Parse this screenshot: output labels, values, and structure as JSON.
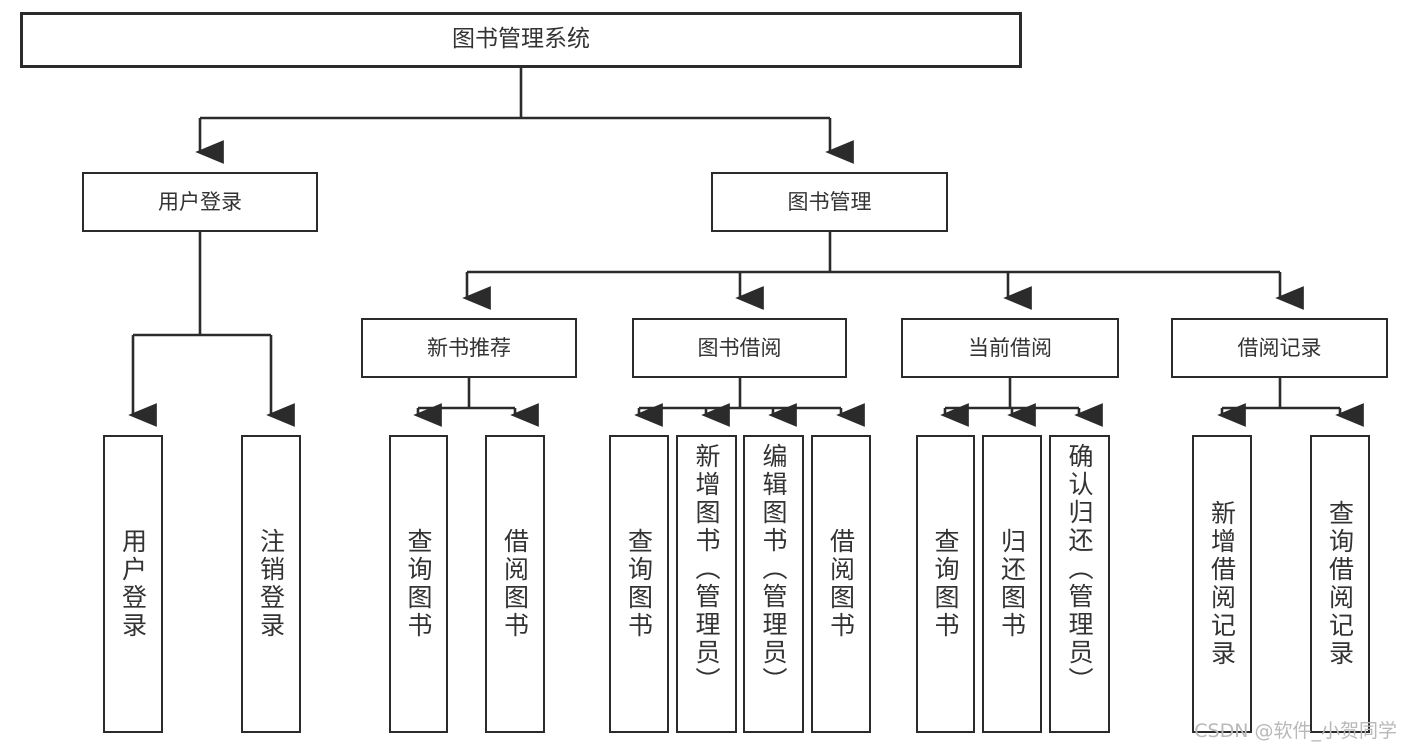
{
  "diagram": {
    "type": "tree",
    "title": "图书管理系统",
    "colors": {
      "background": "#ffffff",
      "box_border": "#2b2b2b",
      "edge": "#2b2b2b",
      "text": "#333333",
      "watermark": "#b9b9b9"
    },
    "watermark": "CSDN @软件_小贺同学"
  },
  "nodes": {
    "root": {
      "label": "图书管理系统"
    },
    "level2": [
      {
        "id": "user-login",
        "label": "用户登录"
      },
      {
        "id": "book-manage",
        "label": "图书管理"
      }
    ],
    "level3": [
      {
        "id": "new-book-recommend",
        "label": "新书推荐"
      },
      {
        "id": "book-borrow",
        "label": "图书借阅"
      },
      {
        "id": "current-borrow",
        "label": "当前借阅"
      },
      {
        "id": "borrow-record",
        "label": "借阅记录"
      }
    ],
    "leaves": {
      "user-login": [
        {
          "id": "leaf-user-login",
          "label": "用户登录"
        },
        {
          "id": "leaf-logout",
          "label": "注销登录"
        }
      ],
      "new-book-recommend": [
        {
          "id": "leaf-query-book-1",
          "label": "查询图书"
        },
        {
          "id": "leaf-borrow-book-1",
          "label": "借阅图书"
        }
      ],
      "book-borrow": [
        {
          "id": "leaf-query-book-2",
          "label": "查询图书"
        },
        {
          "id": "leaf-add-book",
          "label": "新增图书（管理员）"
        },
        {
          "id": "leaf-edit-book",
          "label": "编辑图书（管理员）"
        },
        {
          "id": "leaf-borrow-book-2",
          "label": "借阅图书"
        }
      ],
      "current-borrow": [
        {
          "id": "leaf-query-book-3",
          "label": "查询图书"
        },
        {
          "id": "leaf-return-book",
          "label": "归还图书"
        },
        {
          "id": "leaf-confirm-return",
          "label": "确认归还（管理员）"
        }
      ],
      "borrow-record": [
        {
          "id": "leaf-add-record",
          "label": "新增借阅记录"
        },
        {
          "id": "leaf-query-record",
          "label": "查询借阅记录"
        }
      ]
    }
  }
}
